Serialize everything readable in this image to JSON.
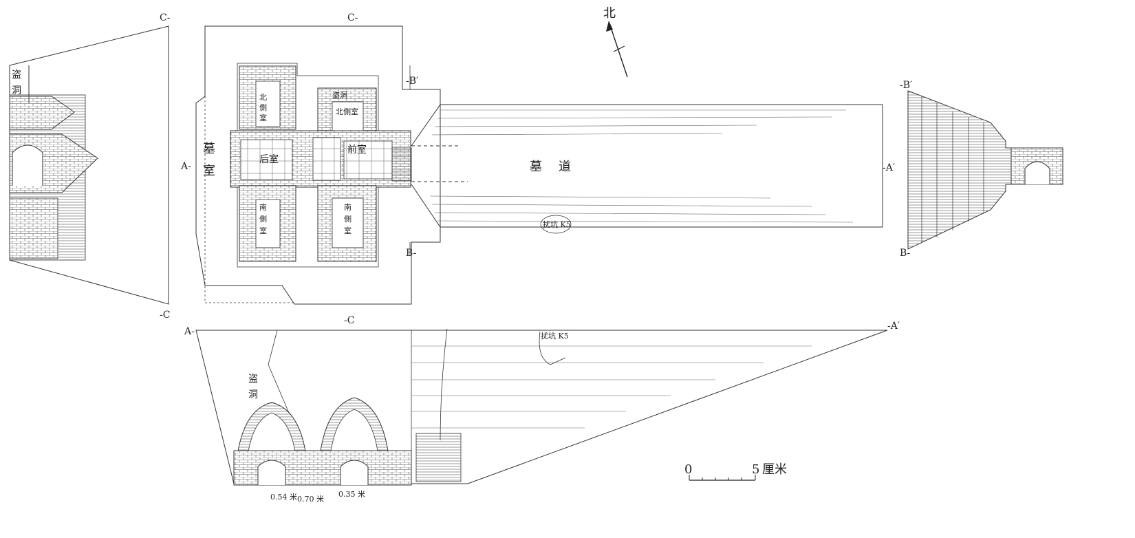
{
  "north": {
    "label": "北"
  },
  "section_marks": {
    "a": "A-",
    "a_prime": "-A′",
    "b": "B-",
    "b_prime": "-B′",
    "c": "C-",
    "c2": "-C"
  },
  "plan": {
    "tomb_chamber": [
      "墓",
      "室"
    ],
    "passage": [
      "墓",
      "道"
    ],
    "rear_chamber": "后室",
    "front_chamber": "前室",
    "north_side_left": [
      "北",
      "側",
      "室"
    ],
    "north_side_right": "北側室",
    "south_side_left": [
      "南",
      "側",
      "室"
    ],
    "south_side_right": [
      "南",
      "側",
      "室"
    ],
    "robbery_hole": "盗洞",
    "disturbance_pit": "扰坑 K5"
  },
  "section_a": {
    "robbery_hole": [
      "盗",
      "洞"
    ],
    "disturbance_pit": "扰坑 K5",
    "dims": [
      "0.54 米",
      "0.70 米",
      "0.35 米"
    ]
  },
  "section_c": {
    "robbery_hole": [
      "盗",
      "洞"
    ]
  },
  "scale": {
    "zero": "0",
    "max": "5",
    "unit": "厘米"
  }
}
